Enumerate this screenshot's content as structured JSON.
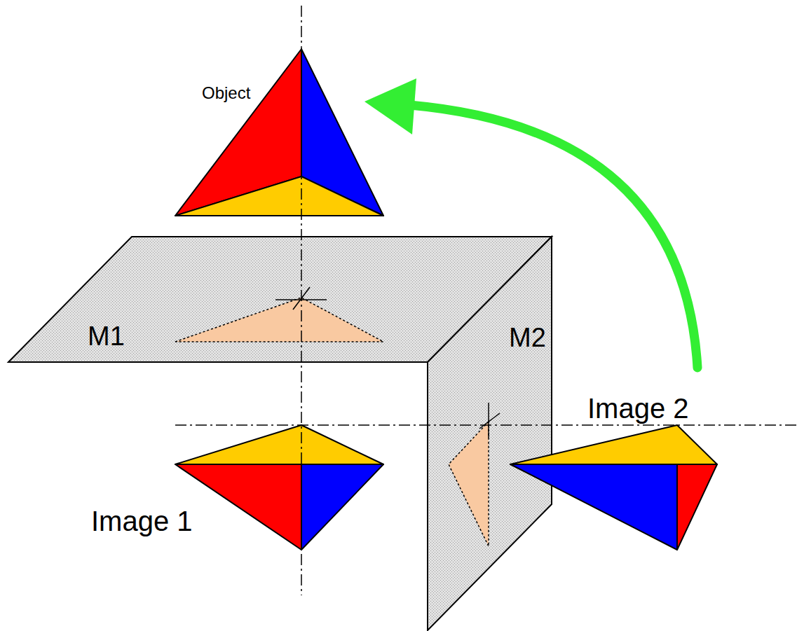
{
  "diagram": {
    "nodes": [
      {
        "text": [
          "M1"
        ]
      },
      {
        "text": [
          "M2"
        ]
      }
    ],
    "labels": [
      "Object",
      "Image 1",
      "Image 2"
    ]
  }
}
